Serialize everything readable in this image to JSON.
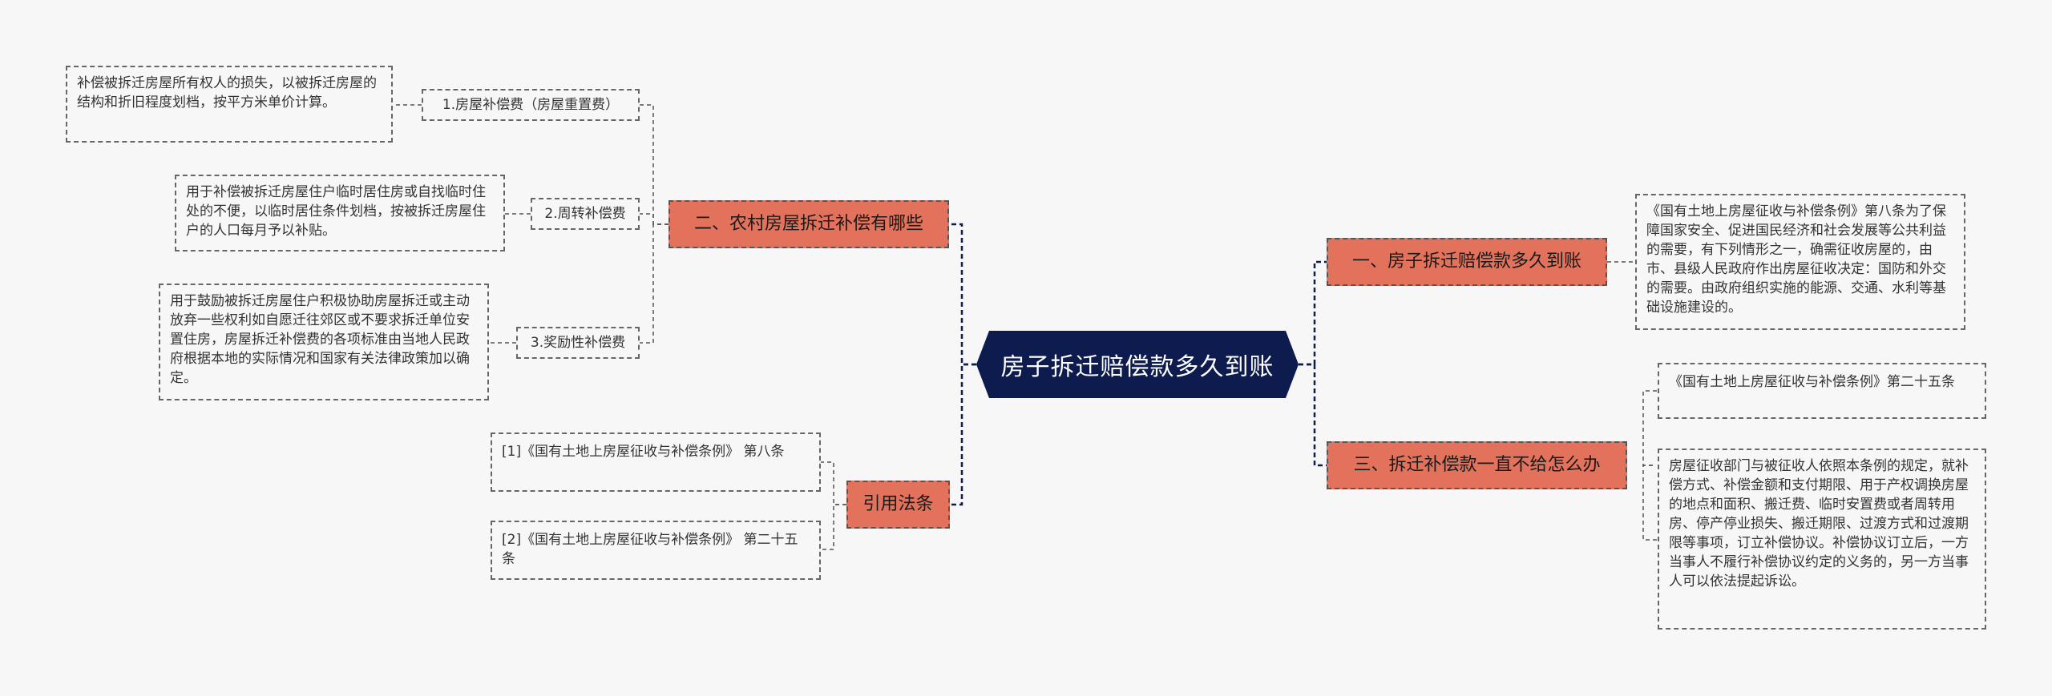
{
  "root": "房子拆迁赔偿款多久到账",
  "left": {
    "b2": {
      "label": "二、农村房屋拆迁补偿有哪些",
      "items": [
        {
          "label": "1.房屋补偿费（房屋重置费）",
          "text": "补偿被拆迁房屋所有权人的损失，以被拆迁房屋的结构和折旧程度划档，按平方米单价计算。"
        },
        {
          "label": "2.周转补偿费",
          "text": "用于补偿被拆迁房屋住户临时居住房或自找临时住处的不便，以临时居住条件划档，按被拆迁房屋住户的人口每月予以补贴。"
        },
        {
          "label": "3.奖励性补偿费",
          "text": "用于鼓励被拆迁房屋住户积极协助房屋拆迁或主动放弃一些权利如自愿迁往郊区或不要求拆迁单位安置住房，房屋拆迁补偿费的各项标准由当地人民政府根据本地的实际情况和国家有关法律政策加以确定。"
        }
      ]
    },
    "refs": {
      "label": "引用法条",
      "items": [
        "[1]《国有土地上房屋征收与补偿条例》 第八条",
        "[2]《国有土地上房屋征收与补偿条例》 第二十五条"
      ]
    }
  },
  "right": {
    "b1": {
      "label": "一、房子拆迁赔偿款多久到账",
      "text": "《国有土地上房屋征收与补偿条例》第八条为了保障国家安全、促进国民经济和社会发展等公共利益的需要，有下列情形之一，确需征收房屋的，由市、县级人民政府作出房屋征收决定：国防和外交的需要。由政府组织实施的能源、交通、水利等基础设施建设的。"
    },
    "b3": {
      "label": "三、拆迁补偿款一直不给怎么办",
      "items": [
        "《国有土地上房屋征收与补偿条例》第二十五条",
        "房屋征收部门与被征收人依照本条例的规定，就补偿方式、补偿金额和支付期限、用于产权调换房屋的地点和面积、搬迁费、临时安置费或者周转用房、停产停业损失、搬迁期限、过渡方式和过渡期限等事项，订立补偿协议。补偿协议订立后，一方当事人不履行补偿协议约定的义务的，另一方当事人可以依法提起诉讼。"
      ]
    }
  }
}
